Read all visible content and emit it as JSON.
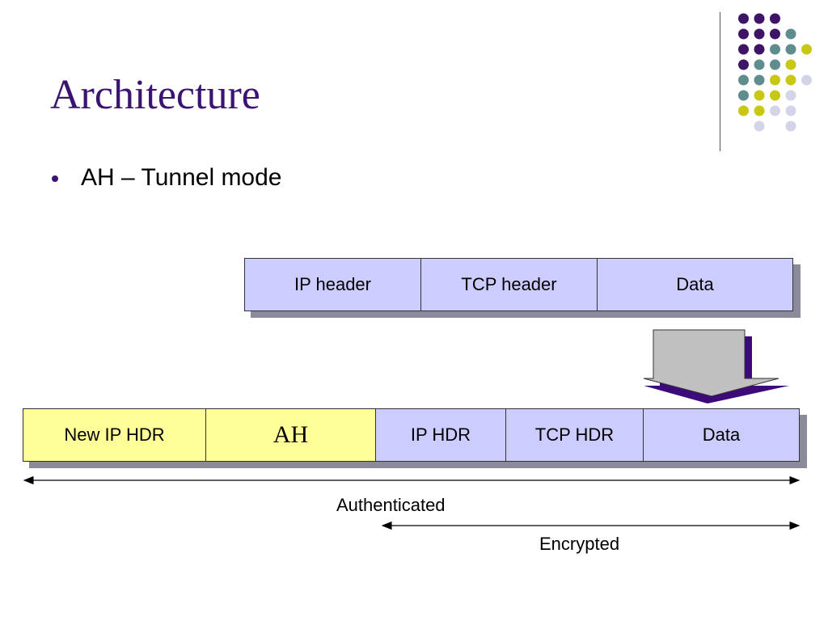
{
  "slide": {
    "title": "Architecture",
    "bullet": "AH – Tunnel mode"
  },
  "colors": {
    "title": "#3a1470",
    "purple_dot": "#3d1466",
    "teal_dot": "#5f8c8c",
    "yellow_dot": "#c8c814",
    "lavender_dot": "#d4d4e8",
    "blue_cell": "#ccccff",
    "yellow_cell": "#ffff99",
    "arrow_fill": "#c0c0c0",
    "arrow_shadow": "#3d0a7a"
  },
  "original_packet": {
    "cells": [
      "IP header",
      "TCP header",
      "Data"
    ]
  },
  "tunnel_packet": {
    "cells": [
      "New IP HDR",
      "AH",
      "IP HDR",
      "TCP HDR",
      "Data"
    ]
  },
  "ranges": {
    "authenticated": "Authenticated",
    "encrypted": "Encrypted"
  }
}
